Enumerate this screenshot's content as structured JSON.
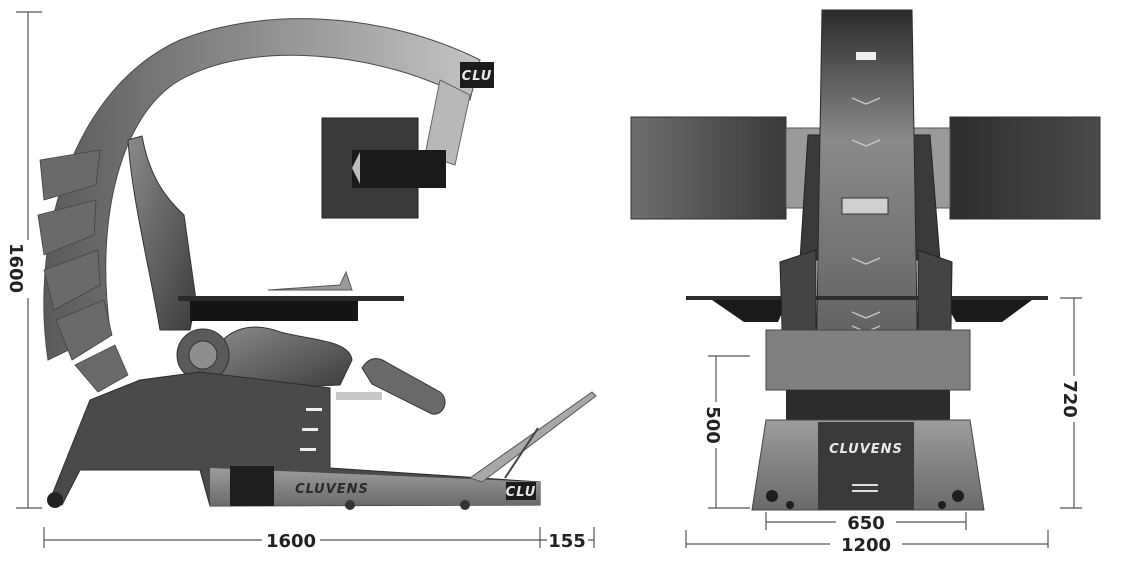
{
  "dimensions": {
    "side_height": "1600",
    "side_length": "1600",
    "side_extension": "155",
    "front_seat_height": "500",
    "front_desk_height": "720",
    "front_base_width": "650",
    "front_total_width": "1200"
  },
  "brand": {
    "base_side": "CLUVENS",
    "base_front": "CLUVENS",
    "arch_tag": "CLU",
    "foot_tag": "CLU"
  },
  "colors": {
    "frame_dark": "#3a3a3a",
    "frame_mid": "#6f6f6f",
    "frame_light": "#a8a8a8",
    "seat": "#555555",
    "screen": "#4a4a4a",
    "desk": "#1e1e1e"
  }
}
